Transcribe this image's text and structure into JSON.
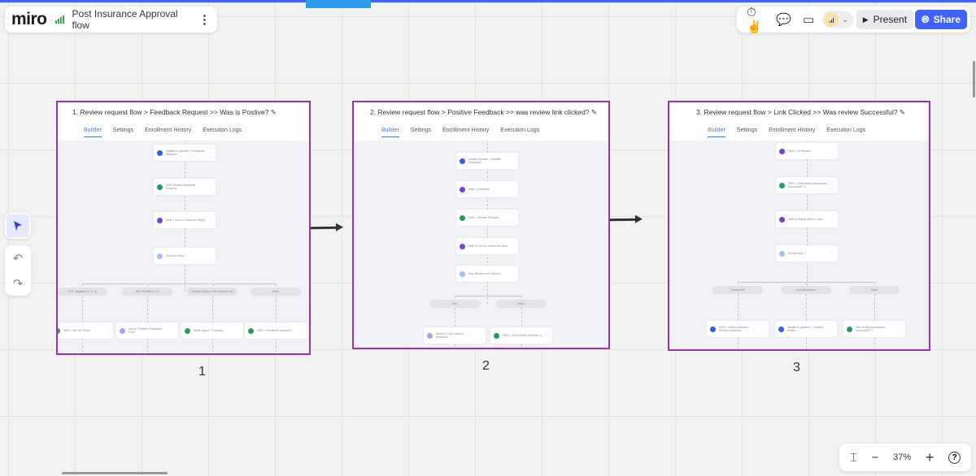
{
  "app": {
    "logo": "miro",
    "board_title": "Post Insurance Approval flow",
    "more_icon": "vertical-dots-icon"
  },
  "toolbar": {
    "reactions_icon": "reactions-icon",
    "chat_icon": "chat-icon",
    "video_icon": "video-camera-icon",
    "present_label": "Present",
    "share_label": "Share",
    "accent": "#4262ff"
  },
  "zoom": {
    "level": "37%",
    "fit_icon": "fit-screen-icon",
    "minus": "−",
    "plus": "+",
    "help_icon": "help-icon"
  },
  "tabs": [
    "Builder",
    "Settings",
    "Enrollment History",
    "Execution Logs"
  ],
  "frames": [
    {
      "title": "1. Review request flow > Feedback Request >> Was is Postive?",
      "number": "1",
      "nodes": [
        {
          "label": "Update in pipeline > Feedback Request",
          "color": "#2f5fe0"
        },
        {
          "label": "SMS Review Feedback Request",
          "color": "#1f9d5a"
        },
        {
          "label": "Wait 1 hour or Customer Reply",
          "color": "#7b3fd6"
        },
        {
          "label": "Did they reply?",
          "color": "#a9bdf5"
        }
      ],
      "branches": [
        {
          "label": "YES: Negative (1, 2, 3)",
          "node": "SMS > We are Sorry...",
          "color": "#1f9d5a"
        },
        {
          "label": "Yes: Positive (4, 5)",
          "node": "Add to \"Positive Feedback Flow\"",
          "color": "#b79af0"
        },
        {
          "label": "Contact replied > No keyword ref.",
          "node": "Notify Agent > Followup",
          "color": "#1f9d5a"
        },
        {
          "label": "None",
          "node": "SMS > Feedback request 2",
          "color": "#1f9d5a"
        }
      ]
    },
    {
      "title": "2. Review request flow > Positive Feedback >> was review link clicked?",
      "number": "2",
      "nodes": [
        {
          "label": "Update pipeline > positive Feedback",
          "color": "#2f5fe0"
        },
        {
          "label": "Wait > 5 Minutes",
          "color": "#7b3fd6"
        },
        {
          "label": "SMS > Review Request",
          "color": "#1f9d5a"
        },
        {
          "label": "Wait 24 hrs for review link click",
          "color": "#7b3fd6"
        },
        {
          "label": "Was Review link Clicked?",
          "color": "#a9bdf5"
        }
      ],
      "branches": [
        {
          "label": "Yes",
          "node": "Move to 'Link Clicked' Workflow",
          "color": "#b79af0"
        },
        {
          "label": "None",
          "node": "SMS > Sent review reminder 1",
          "color": "#1f9d5a"
        }
      ]
    },
    {
      "title": "3. Review request flow > Link Clicked >> Was review Successful?",
      "number": "3",
      "nodes": [
        {
          "label": "Wait > 20 Minutes",
          "color": "#7b3fd6"
        },
        {
          "label": "SMS > Was review submission successful? 1",
          "color": "#1f9d5a"
        },
        {
          "label": "Wait for Reply within 1 hour",
          "color": "#7b3fd6"
        },
        {
          "label": "Review was ?",
          "color": "#a9bdf5"
        }
      ],
      "branches": [
        {
          "label": "Successful",
          "node": "SMS > Add to pipeline > Review confirmed",
          "color": "#2f5fe0"
        },
        {
          "label": "Not Successful",
          "node": "Update in pipeline > Couldn't review",
          "color": "#2f5fe0"
        },
        {
          "label": "None",
          "node": "Was review submission successful? 2",
          "color": "#1f9d5a"
        }
      ]
    }
  ]
}
